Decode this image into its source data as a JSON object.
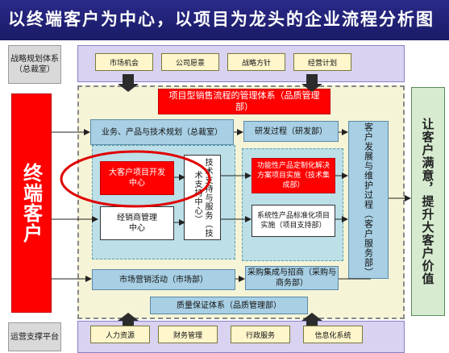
{
  "title": "以终端客户为中心，以项目为龙头的企业流程分析图",
  "strategy_label": "战略规划体系（总裁室）",
  "ops_label": "运营支撑平台",
  "strategy_pills": [
    "市场机会",
    "公司愿景",
    "战略方针",
    "经营计划"
  ],
  "support_pills": [
    "人力资源",
    "财务管理",
    "行政服务",
    "信息化系统"
  ],
  "end_customer": "终端客户",
  "satisfaction": "让客户满意，提升大客户价值",
  "project_mgmt": "项目型销售流程的管理体系（品质管理部）",
  "business_planning": "业务、产品与技术规划（总裁室）",
  "rd_process": "研发过程（研发部）",
  "key_account": "大客户项目开发中心",
  "tech_support": "技术支持与服务（技术支持中心）",
  "distribution": "经销商管理中心",
  "customized": "功能性产品定制化解决方案项目实施（技术集成部）",
  "standardized": "系统性产品标准化项目实施（项目支持部）",
  "customer_dev": "客户发展与维护过程（客户服务部）",
  "marketing": "市场营销活动（市场部）",
  "procurement": "采购集成与招商（采购与商务部）",
  "quality": "质量保证体系（品质管理部）"
}
